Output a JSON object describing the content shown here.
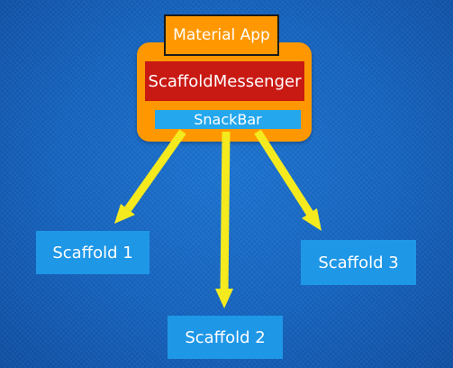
{
  "diagram": {
    "material_app": "Material App",
    "scaffold_messenger": "ScaffoldMessenger",
    "snackbar": "SnackBar",
    "scaffolds": [
      "Scaffold 1",
      "Scaffold 2",
      "Scaffold 3"
    ]
  },
  "colors": {
    "background": "#1563bf",
    "orange": "#ff9800",
    "red": "#c91913",
    "light_blue": "#24a7ec",
    "scaffold_blue": "#1f97e7",
    "arrow": "#f4ea1e"
  }
}
